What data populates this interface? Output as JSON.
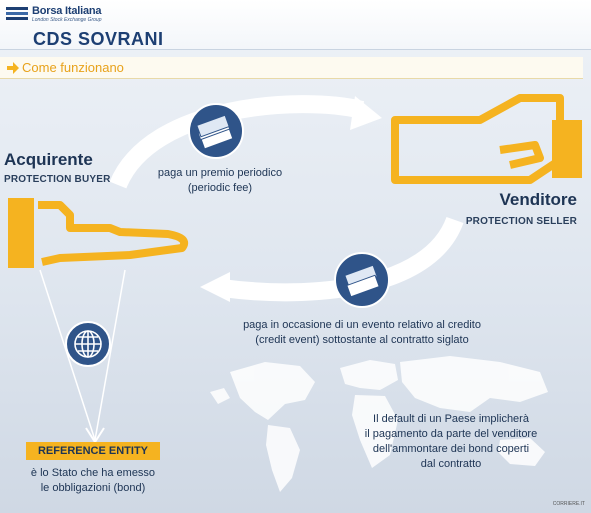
{
  "header": {
    "brand": "Borsa Italiana",
    "brand_sub": "London Stock Exchange Group",
    "title": "CDS SOVRANI"
  },
  "section": {
    "label": "Come funzionano"
  },
  "buyer": {
    "name": "Acquirente",
    "role": "PROTECTION BUYER"
  },
  "seller": {
    "name": "Venditore",
    "role": "PROTECTION SELLER"
  },
  "flows": {
    "premium": {
      "line1": "paga un premio periodico",
      "line2": "(periodic fee)"
    },
    "credit_event": {
      "line1": "paga in occasione di un evento relativo al credito",
      "line2": "(credit event) sottostante al contratto siglato"
    }
  },
  "reference_entity": {
    "label": "REFERENCE ENTITY",
    "desc_line1": "è lo Stato che ha emesso",
    "desc_line2": "le obbligazioni (bond)"
  },
  "default_note": {
    "line1": "Il default di un Paese implicherà",
    "line2": "il pagamento da parte del venditore",
    "line3": "dell'ammontare dei bond coperti",
    "line4": "dal contratto"
  },
  "credit": "CORRIERE.IT",
  "colors": {
    "navy": "#1d3f73",
    "accent": "#f5b320",
    "icon_circle": "#2f5489",
    "arrow": "#ffffff"
  },
  "icons": {
    "logo": "borsa-logo-icon",
    "section": "arrow-right-icon",
    "money": "money-stack-icon",
    "globe": "globe-icon",
    "buyer_hand": "open-hand-icon",
    "seller_hand": "giving-hand-icon"
  }
}
